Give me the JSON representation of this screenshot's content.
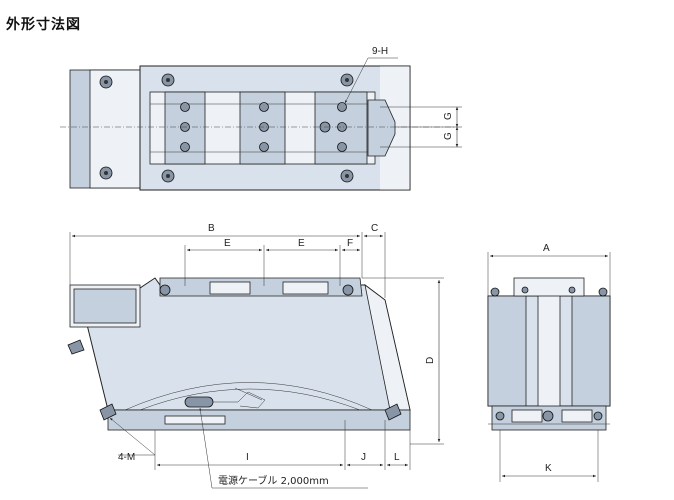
{
  "title": "外形寸法図",
  "labels": {
    "nine_h": "9-H",
    "g1": "G",
    "g2": "G",
    "b": "B",
    "c": "C",
    "e1": "E",
    "e2": "E",
    "f": "F",
    "d": "D",
    "a": "A",
    "k": "K",
    "four_m": "4-M",
    "i": "I",
    "j": "J",
    "l": "L",
    "cable": "電源ケーブル  2,000mm"
  }
}
